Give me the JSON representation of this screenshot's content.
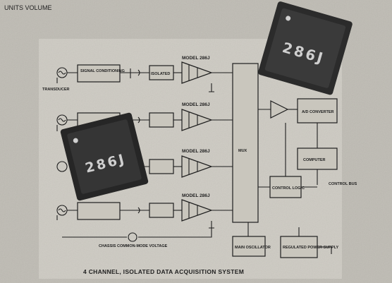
{
  "top_left_text": "UNITS VOLUME",
  "models": [
    {
      "label": "MODEL 286J"
    },
    {
      "label": "MODEL 286J"
    },
    {
      "label": "MODEL 286J"
    },
    {
      "label": "MODEL 286J"
    }
  ],
  "blocks": {
    "conditioner": "SIGNAL CONDITIONING",
    "isolated": "ISOLATED",
    "mux": "MUX",
    "adc": "A/D CONVERTER",
    "computer": "COMPUTER",
    "control": "CONTROL LOGIC",
    "oscillator": "MAIN OSCILLATOR",
    "power": "REGULATED POWER SUPPLY"
  },
  "notes": {
    "transducer": "TRANSDUCER",
    "ground_note": "CHASSIS COMMON-MODE VOLTAGE",
    "control_bus": "CONTROL BUS"
  },
  "chips": {
    "chip_top": "286J",
    "chip_left": "286J"
  },
  "caption": "4 CHANNEL, ISOLATED DATA ACQUISITION SYSTEM"
}
